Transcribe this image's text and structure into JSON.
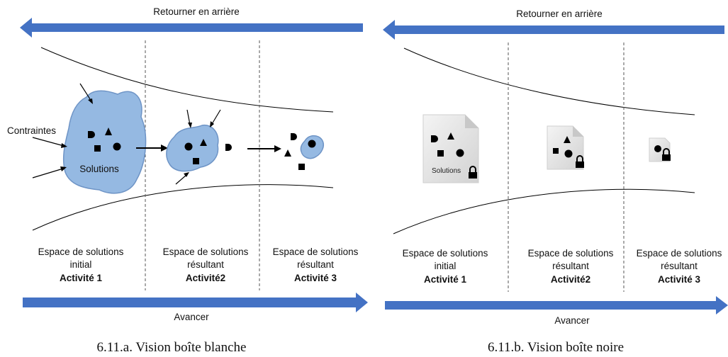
{
  "colors": {
    "arrow_blue": "#4472C4",
    "blob_fill": "#95B9E2",
    "blob_stroke": "#6E94C6",
    "doc_fill": "#E6E6E6"
  },
  "panel_a": {
    "top_arrow_label": "Retourner en arrière",
    "bottom_arrow_label": "Avancer",
    "contraintes_label": "Contraintes",
    "solutions_label": "Solutions",
    "columns": [
      {
        "line1": "Espace de solutions",
        "line2": "initial",
        "activity": "Activité 1"
      },
      {
        "line1": "Espace de solutions",
        "line2": "résultant",
        "activity": "Activité2"
      },
      {
        "line1": "Espace de solutions",
        "line2": "résultant",
        "activity": "Activité 3"
      }
    ],
    "caption": "6.11.a.  Vision boîte blanche"
  },
  "panel_b": {
    "top_arrow_label": "Retourner en arrière",
    "bottom_arrow_label": "Avancer",
    "solutions_label": "Solutions",
    "lock_icon": "lock-icon",
    "columns": [
      {
        "line1": "Espace de solutions",
        "line2": "initial",
        "activity": "Activité 1"
      },
      {
        "line1": "Espace de solutions",
        "line2": "résultant",
        "activity": "Activité2"
      },
      {
        "line1": "Espace de solutions",
        "line2": "résultant",
        "activity": "Activité 3"
      }
    ],
    "caption": "6.11.b.  Vision boîte noire"
  }
}
